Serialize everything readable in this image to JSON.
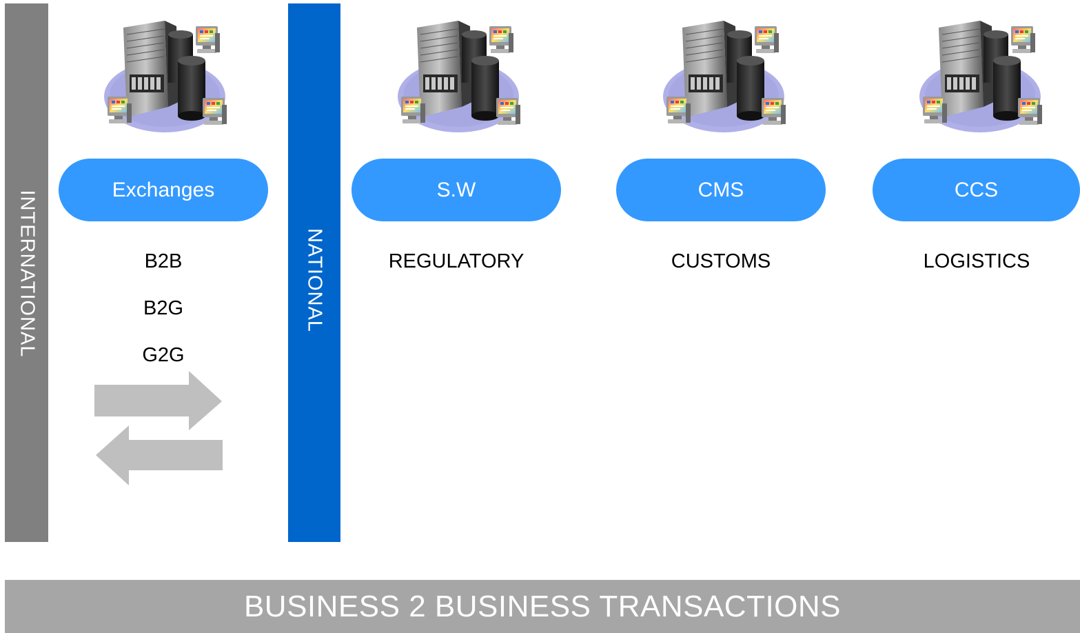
{
  "sidebars": {
    "international": "INTERNATIONAL",
    "national": "NATIONAL"
  },
  "systems": [
    {
      "name": "Exchanges",
      "captions": [
        "B2B",
        "B2G",
        "G2G"
      ]
    },
    {
      "name": "S.W",
      "captions": [
        "REGULATORY"
      ]
    },
    {
      "name": "CMS",
      "captions": [
        "CUSTOMS"
      ]
    },
    {
      "name": "CCS",
      "captions": [
        "LOGISTICS"
      ]
    }
  ],
  "footer": "BUSINESS 2 BUSINESS TRANSACTIONS",
  "colors": {
    "international_bar": "#808080",
    "national_bar": "#0066cc",
    "pill": "#3399ff",
    "footer_bar": "#a6a6a6",
    "arrow": "#bfbfbf"
  },
  "icons": {
    "server": "server-cluster-icon",
    "exchange": "bidirectional-arrows-icon"
  }
}
